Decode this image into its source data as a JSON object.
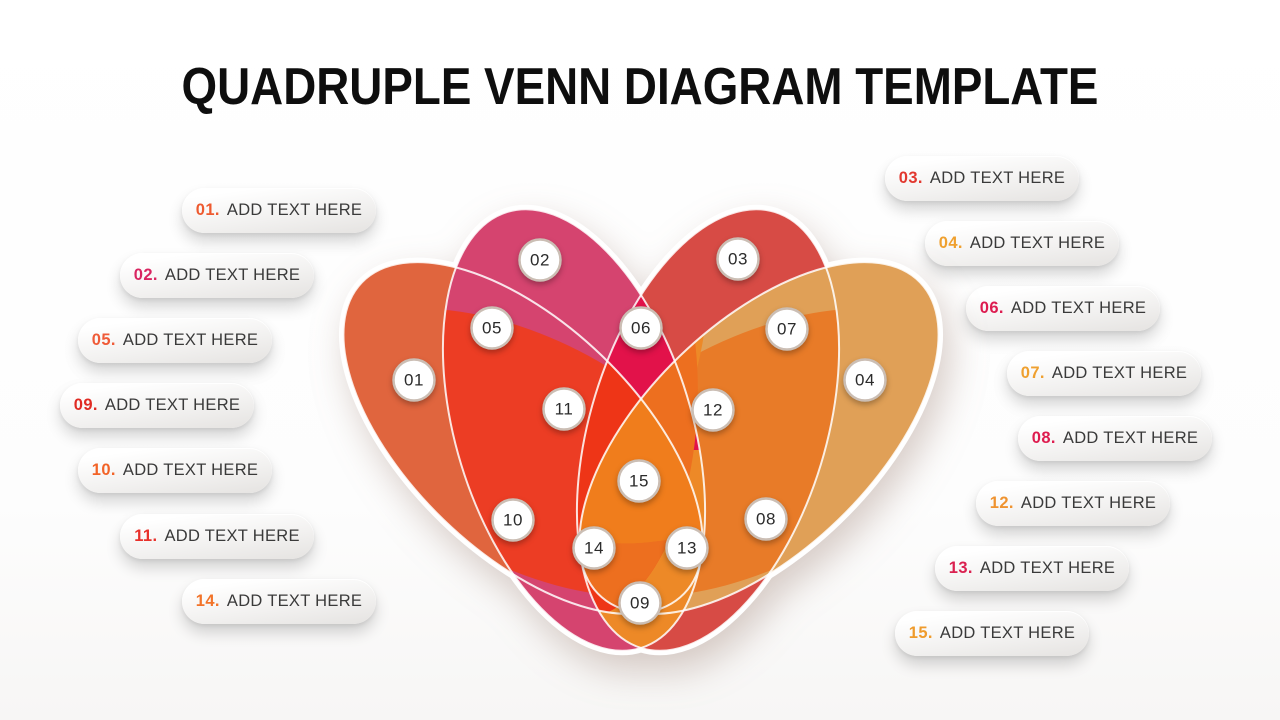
{
  "title": "QUADRUPLE VENN DIAGRAM TEMPLATE",
  "left_labels": [
    {
      "num": "01.",
      "text": "ADD TEXT HERE",
      "color": "#EE5A2F"
    },
    {
      "num": "02.",
      "text": "ADD TEXT HERE",
      "color": "#D92561"
    },
    {
      "num": "05.",
      "text": "ADD TEXT HERE",
      "color": "#EF5B38"
    },
    {
      "num": "09.",
      "text": "ADD TEXT HERE",
      "color": "#E02B23"
    },
    {
      "num": "10.",
      "text": "ADD TEXT HERE",
      "color": "#F26327"
    },
    {
      "num": "11.",
      "text": "ADD TEXT HERE",
      "color": "#E8302A"
    },
    {
      "num": "14.",
      "text": "ADD TEXT HERE",
      "color": "#F2742A"
    }
  ],
  "right_labels": [
    {
      "num": "03.",
      "text": "ADD TEXT HERE",
      "color": "#E2382F"
    },
    {
      "num": "04.",
      "text": "ADD TEXT HERE",
      "color": "#EFA02F"
    },
    {
      "num": "06.",
      "text": "ADD TEXT HERE",
      "color": "#DD1C50"
    },
    {
      "num": "07.",
      "text": "ADD TEXT HERE",
      "color": "#EFA02F"
    },
    {
      "num": "08.",
      "text": "ADD TEXT HERE",
      "color": "#DE1C4F"
    },
    {
      "num": "12.",
      "text": "ADD TEXT HERE",
      "color": "#EF9330"
    },
    {
      "num": "13.",
      "text": "ADD TEXT HERE",
      "color": "#DA2150"
    },
    {
      "num": "15.",
      "text": "ADD TEXT HERE",
      "color": "#EF9B2C"
    }
  ],
  "venn": {
    "badge_numbers": [
      "01",
      "02",
      "03",
      "04",
      "05",
      "06",
      "07",
      "08",
      "09",
      "10",
      "11",
      "12",
      "13",
      "14",
      "15"
    ],
    "colors": {
      "set_a": "#E0653E",
      "set_b": "#D5446F",
      "set_c": "#D74B45",
      "set_d": "#E0A057",
      "ab": "#EC3D24",
      "cd": "#E87B28",
      "bc_top": "#E2124A",
      "bc_bottom": "#ED8927",
      "ad": "#ED8927",
      "abc": "#EE3517",
      "bcd": "#ED6F1F",
      "abd": "#EE8024",
      "acd": "#EE8024",
      "abcd": "#F07D1C",
      "outline": "#FFFFFF",
      "badge_ring": "#CBBEB4",
      "badge_fill": "#FFFFFF",
      "badge_text": "#2B2B2B"
    }
  }
}
